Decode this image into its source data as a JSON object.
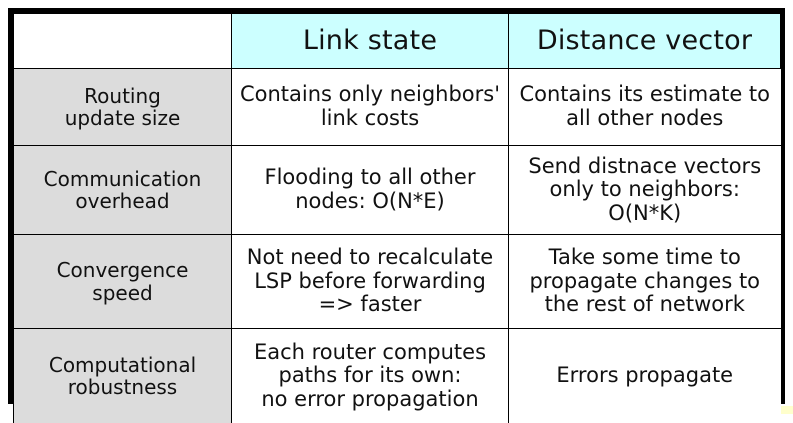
{
  "slide": {
    "kind": "comparison-table",
    "colors": {
      "header_background": "#ccffff",
      "label_background": "#dcdcdc",
      "cell_background": "#ffffff",
      "border": "#000000",
      "accent_band": "#ffffcc"
    }
  },
  "table": {
    "column_headers": {
      "corner": "",
      "link_state": "Link state",
      "distance_vector": "Distance vector"
    },
    "rows": [
      {
        "label_lines": [
          "Routing",
          "update size"
        ],
        "link_state_lines": [
          "Contains only neighbors'",
          "link costs"
        ],
        "distance_vector_lines": [
          "Contains its estimate to",
          "all other nodes"
        ]
      },
      {
        "label_lines": [
          "Communication",
          "overhead"
        ],
        "link_state_lines": [
          "Flooding to all other",
          "nodes: O(N*E)"
        ],
        "distance_vector_lines": [
          "Send distnace vectors",
          "only to neighbors:",
          "O(N*K)"
        ]
      },
      {
        "label_lines": [
          "Convergence",
          "speed"
        ],
        "link_state_lines": [
          "Not need to recalculate",
          "LSP before forwarding",
          "=> faster"
        ],
        "distance_vector_lines": [
          "Take some time to",
          "propagate changes to",
          "the rest of network"
        ]
      },
      {
        "label_lines": [
          "Computational",
          "robustness"
        ],
        "link_state_lines": [
          "Each router computes",
          "paths for its own:",
          "no error propagation"
        ],
        "distance_vector_lines": [
          "Errors propagate"
        ]
      }
    ]
  }
}
